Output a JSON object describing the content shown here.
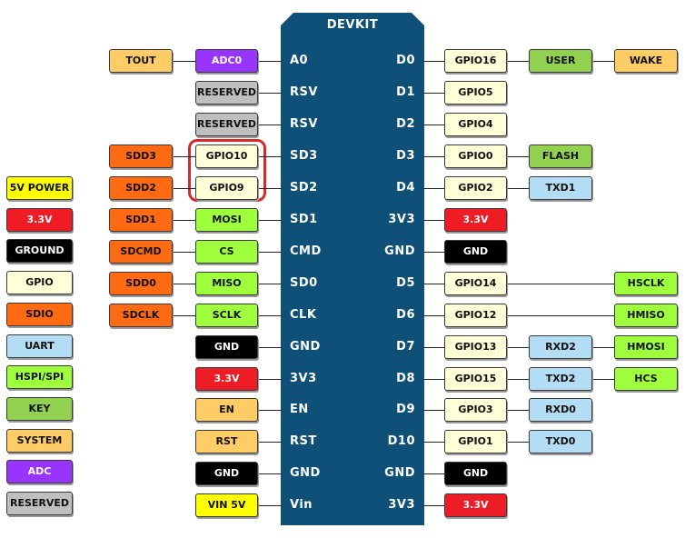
{
  "board": {
    "title": "DEVKIT",
    "fill": "#0e5078",
    "left_pins": [
      "A0",
      "RSV",
      "RSV",
      "SD3",
      "SD2",
      "SD1",
      "CMD",
      "SD0",
      "CLK",
      "GND",
      "3V3",
      "EN",
      "RST",
      "GND",
      "Vin"
    ],
    "right_pins": [
      "D0",
      "D1",
      "D2",
      "D3",
      "D4",
      "3V3",
      "GND",
      "D5",
      "D6",
      "D7",
      "D8",
      "D9",
      "D10",
      "GND",
      "3V3"
    ]
  },
  "colors": {
    "power_5v": "#ffff00",
    "power_3v3": "#ee1c24",
    "ground": "#000000",
    "gpio": "#ffffd8",
    "sdio": "#ff6a13",
    "uart": "#b3ddf5",
    "spi": "#9fff3d",
    "key": "#92d050",
    "system": "#ffcc66",
    "adc": "#9933ff",
    "reserved": "#bfbfbf",
    "highlight": "#d42a2a"
  },
  "legend": [
    {
      "label": "5V POWER",
      "kind": "power_5v"
    },
    {
      "label": "3.3V",
      "kind": "power_3v3"
    },
    {
      "label": "GROUND",
      "kind": "ground"
    },
    {
      "label": "GPIO",
      "kind": "gpio"
    },
    {
      "label": "SDIO",
      "kind": "sdio"
    },
    {
      "label": "UART",
      "kind": "uart"
    },
    {
      "label": "HSPI/SPI",
      "kind": "spi"
    },
    {
      "label": "KEY",
      "kind": "key"
    },
    {
      "label": "SYSTEM",
      "kind": "system"
    },
    {
      "label": "ADC",
      "kind": "adc"
    },
    {
      "label": "RESERVED",
      "kind": "reserved"
    }
  ],
  "left_rows": [
    {
      "pin": "A0",
      "inner": {
        "label": "ADC0",
        "kind": "adc"
      },
      "outer": {
        "label": "TOUT",
        "kind": "system"
      }
    },
    {
      "pin": "RSV",
      "inner": {
        "label": "RESERVED",
        "kind": "reserved"
      },
      "outer": null
    },
    {
      "pin": "RSV",
      "inner": {
        "label": "RESERVED",
        "kind": "reserved"
      },
      "outer": null
    },
    {
      "pin": "SD3",
      "inner": {
        "label": "GPIO10",
        "kind": "gpio"
      },
      "outer": {
        "label": "SDD3",
        "kind": "sdio"
      }
    },
    {
      "pin": "SD2",
      "inner": {
        "label": "GPIO9",
        "kind": "gpio"
      },
      "outer": {
        "label": "SDD2",
        "kind": "sdio"
      }
    },
    {
      "pin": "SD1",
      "inner": {
        "label": "MOSI",
        "kind": "spi"
      },
      "outer": {
        "label": "SDD1",
        "kind": "sdio"
      }
    },
    {
      "pin": "CMD",
      "inner": {
        "label": "CS",
        "kind": "spi"
      },
      "outer": {
        "label": "SDCMD",
        "kind": "sdio"
      }
    },
    {
      "pin": "SD0",
      "inner": {
        "label": "MISO",
        "kind": "spi"
      },
      "outer": {
        "label": "SDD0",
        "kind": "sdio"
      }
    },
    {
      "pin": "CLK",
      "inner": {
        "label": "SCLK",
        "kind": "spi"
      },
      "outer": {
        "label": "SDCLK",
        "kind": "sdio"
      }
    },
    {
      "pin": "GND",
      "inner": {
        "label": "GND",
        "kind": "ground"
      },
      "outer": null
    },
    {
      "pin": "3V3",
      "inner": {
        "label": "3.3V",
        "kind": "power_3v3"
      },
      "outer": null
    },
    {
      "pin": "EN",
      "inner": {
        "label": "EN",
        "kind": "system"
      },
      "outer": null
    },
    {
      "pin": "RST",
      "inner": {
        "label": "RST",
        "kind": "system"
      },
      "outer": null
    },
    {
      "pin": "GND",
      "inner": {
        "label": "GND",
        "kind": "ground"
      },
      "outer": null
    },
    {
      "pin": "Vin",
      "inner": {
        "label": "VIN 5V",
        "kind": "power_5v"
      },
      "outer": null
    }
  ],
  "right_rows": [
    {
      "pin": "D0",
      "boxes": [
        {
          "label": "GPIO16",
          "kind": "gpio",
          "col": 0
        },
        {
          "label": "USER",
          "kind": "key",
          "col": 1
        },
        {
          "label": "WAKE",
          "kind": "system",
          "col": 2
        }
      ]
    },
    {
      "pin": "D1",
      "boxes": [
        {
          "label": "GPIO5",
          "kind": "gpio",
          "col": 0
        }
      ]
    },
    {
      "pin": "D2",
      "boxes": [
        {
          "label": "GPIO4",
          "kind": "gpio",
          "col": 0
        }
      ]
    },
    {
      "pin": "D3",
      "boxes": [
        {
          "label": "GPIO0",
          "kind": "gpio",
          "col": 0
        },
        {
          "label": "FLASH",
          "kind": "key",
          "col": 1
        }
      ]
    },
    {
      "pin": "D4",
      "boxes": [
        {
          "label": "GPIO2",
          "kind": "gpio",
          "col": 0
        },
        {
          "label": "TXD1",
          "kind": "uart",
          "col": 1
        }
      ]
    },
    {
      "pin": "3V3",
      "boxes": [
        {
          "label": "3.3V",
          "kind": "power_3v3",
          "col": 0
        }
      ]
    },
    {
      "pin": "GND",
      "boxes": [
        {
          "label": "GND",
          "kind": "ground",
          "col": 0
        }
      ]
    },
    {
      "pin": "D5",
      "boxes": [
        {
          "label": "GPIO14",
          "kind": "gpio",
          "col": 0
        },
        {
          "label": "HSCLK",
          "kind": "spi",
          "col": 2
        }
      ]
    },
    {
      "pin": "D6",
      "boxes": [
        {
          "label": "GPIO12",
          "kind": "gpio",
          "col": 0
        },
        {
          "label": "HMISO",
          "kind": "spi",
          "col": 2
        }
      ]
    },
    {
      "pin": "D7",
      "boxes": [
        {
          "label": "GPIO13",
          "kind": "gpio",
          "col": 0
        },
        {
          "label": "RXD2",
          "kind": "uart",
          "col": 1
        },
        {
          "label": "HMOSI",
          "kind": "spi",
          "col": 2
        }
      ]
    },
    {
      "pin": "D8",
      "boxes": [
        {
          "label": "GPIO15",
          "kind": "gpio",
          "col": 0
        },
        {
          "label": "TXD2",
          "kind": "uart",
          "col": 1
        },
        {
          "label": "HCS",
          "kind": "spi",
          "col": 2
        }
      ]
    },
    {
      "pin": "D9",
      "boxes": [
        {
          "label": "GPIO3",
          "kind": "gpio",
          "col": 0
        },
        {
          "label": "RXD0",
          "kind": "uart",
          "col": 1
        }
      ]
    },
    {
      "pin": "D10",
      "boxes": [
        {
          "label": "GPIO1",
          "kind": "gpio",
          "col": 0
        },
        {
          "label": "TXD0",
          "kind": "uart",
          "col": 1
        }
      ]
    },
    {
      "pin": "GND",
      "boxes": [
        {
          "label": "GND",
          "kind": "ground",
          "col": 0
        }
      ]
    },
    {
      "pin": "3V3",
      "boxes": [
        {
          "label": "3.3V",
          "kind": "power_3v3",
          "col": 0
        }
      ]
    }
  ],
  "highlighted_pins": [
    "GPIO10",
    "GPIO9"
  ]
}
